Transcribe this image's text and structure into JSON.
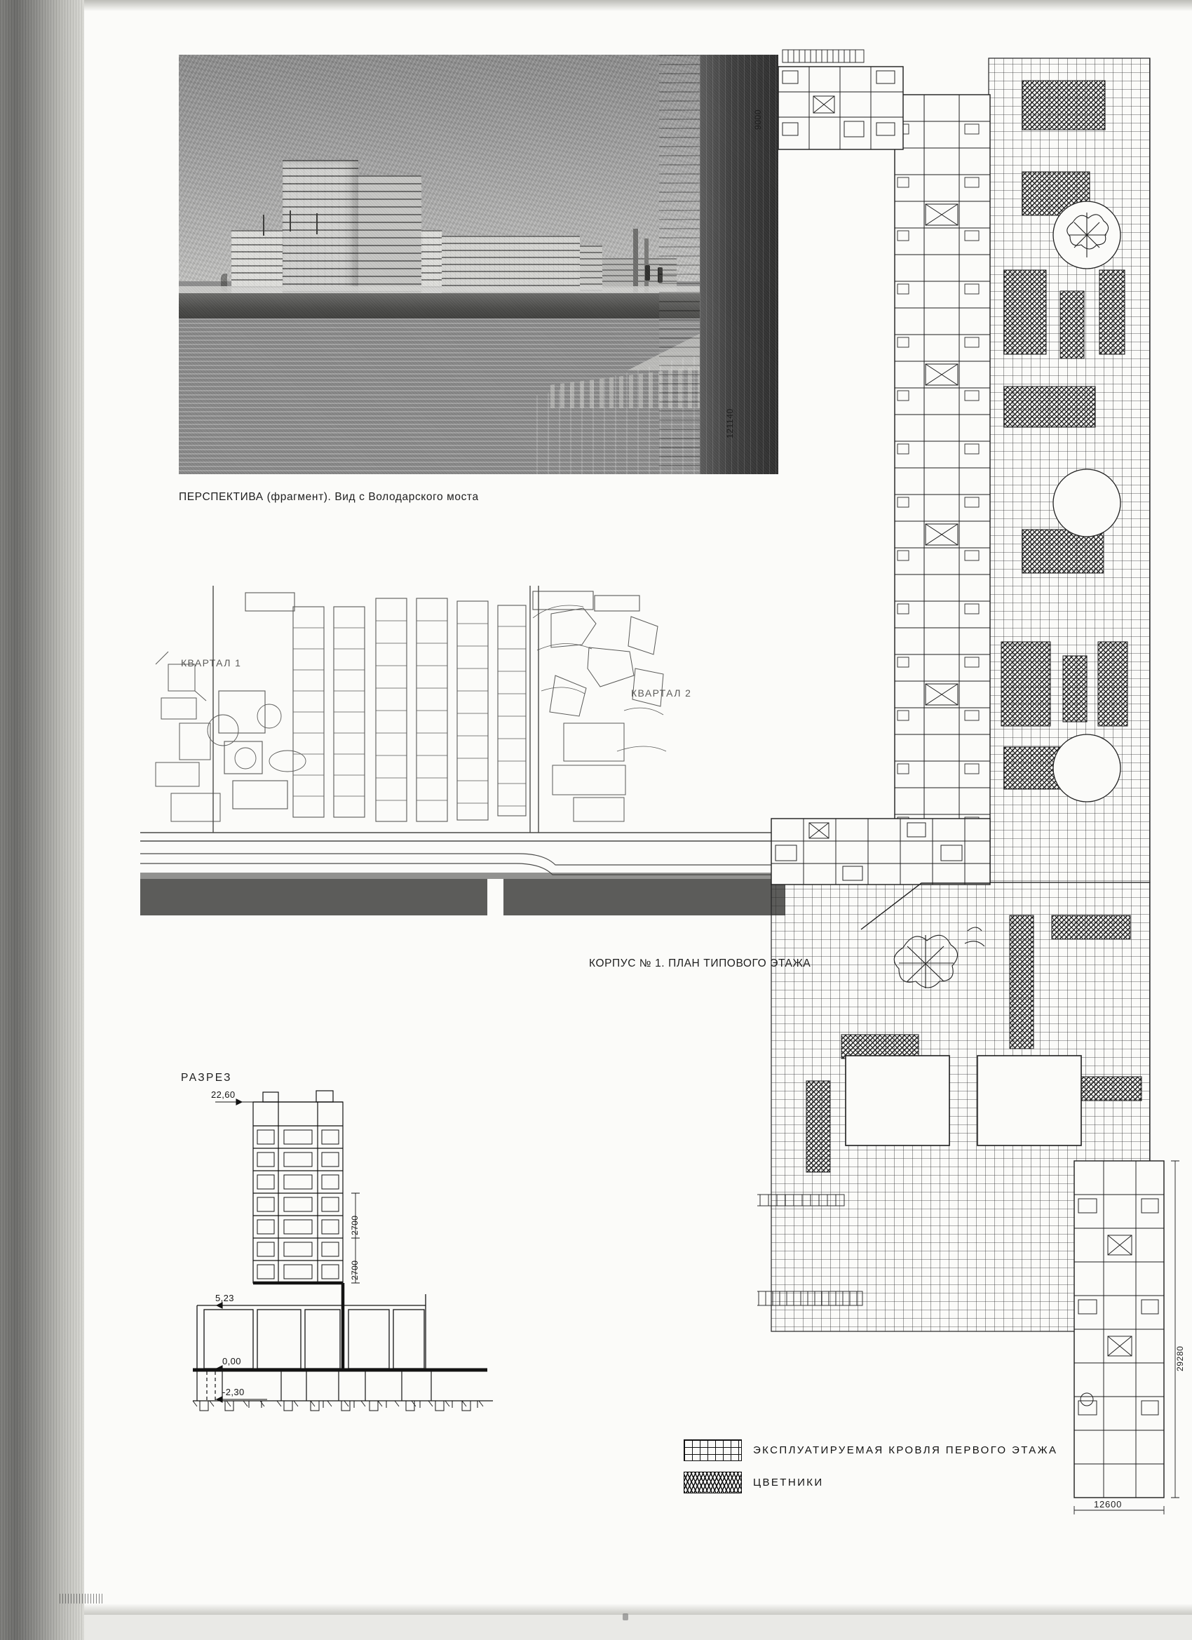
{
  "page": {
    "kind": "scanned-architectural-plate",
    "language": "ru"
  },
  "figures": {
    "perspective": {
      "caption_main": "ПЕРСПЕКТИВА",
      "caption_paren": "(фрагмент).",
      "caption_rest": "Вид с Володарского моста",
      "caption_full": "ПЕРСПЕКТИВА (фрагмент). Вид с Володарского моста"
    },
    "siteplan": {
      "block_1_label": "КВАРТАЛ 1",
      "block_2_label": "КВАРТАЛ 2"
    },
    "floorplan": {
      "caption": "КОРПУС № 1. ПЛАН ТИПОВОГО ЭТАЖА",
      "dimensions": {
        "top_bay": "9000",
        "overall_vertical": "121140",
        "right_vertical": "29280",
        "bottom_width": "12600"
      }
    },
    "section": {
      "title": "РАЗРЕЗ",
      "elevations": {
        "roof": "22,60",
        "podium_roof": "5,23",
        "ground": "0,00",
        "basement": "-2,30"
      },
      "floor_heights": [
        "2700",
        "2700"
      ]
    }
  },
  "legend": {
    "items": [
      {
        "swatch": "grid-hatch",
        "label": "ЭКСПЛУАТИРУЕМАЯ КРОВЛЯ ПЕРВОГО ЭТАЖА"
      },
      {
        "swatch": "dense-hatch",
        "label": "ЦВЕТНИКИ"
      }
    ]
  },
  "colors": {
    "paper": "#fbfbf9",
    "ink": "#151515",
    "scan_edge": "#6a6a68",
    "photo_mid": "#9c9c9a"
  }
}
